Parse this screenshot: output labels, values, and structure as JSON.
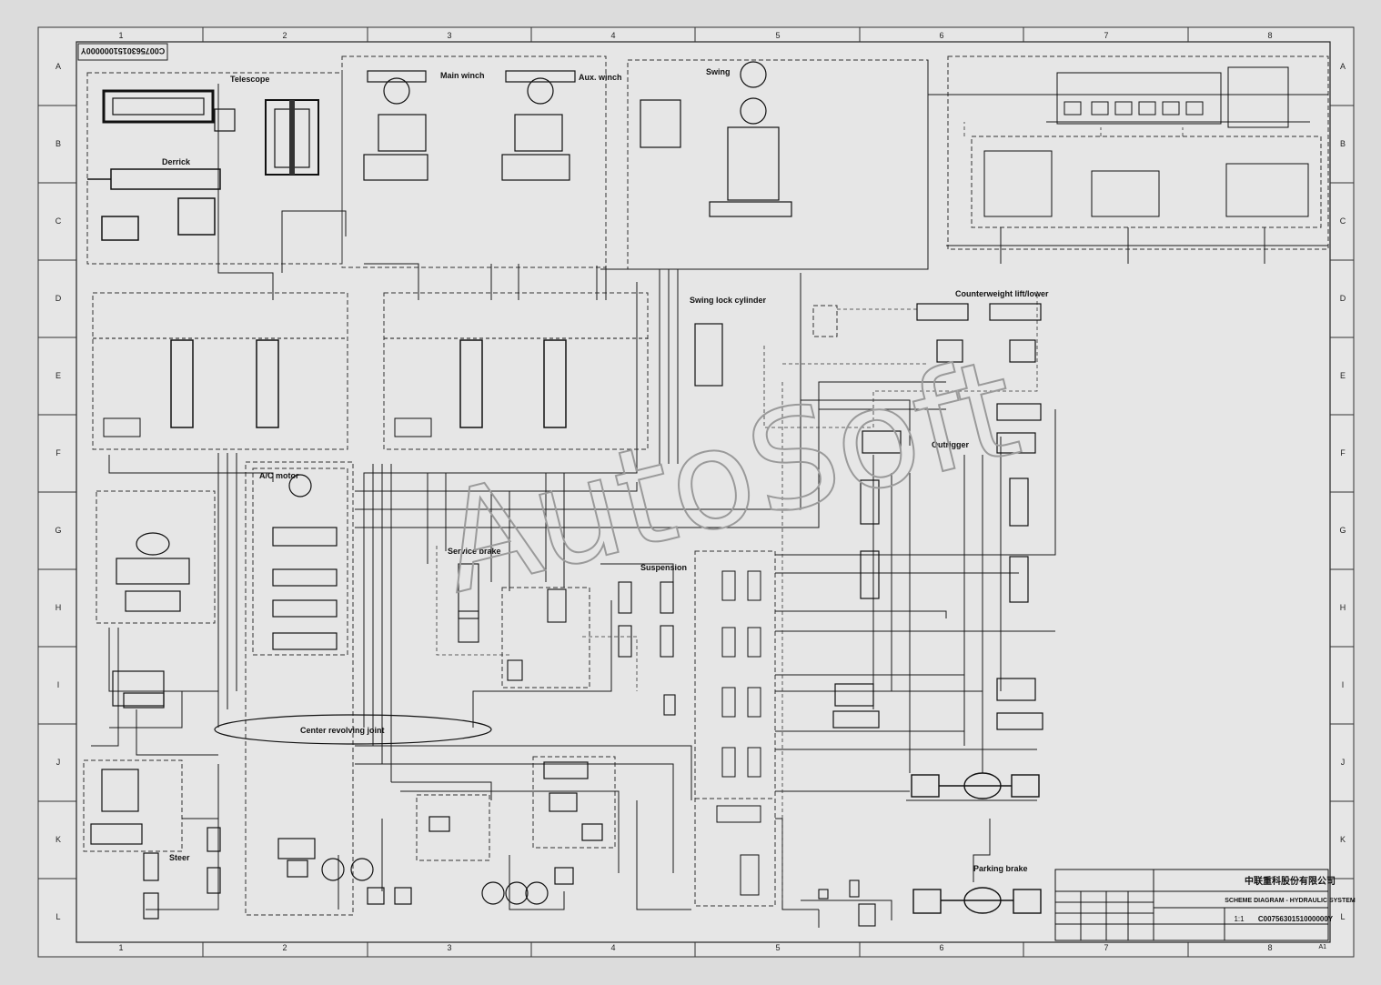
{
  "document_id_rotated": "C0075630151000000Y",
  "columns": [
    "1",
    "2",
    "3",
    "4",
    "5",
    "6",
    "7",
    "8"
  ],
  "rows": [
    "A",
    "B",
    "C",
    "D",
    "E",
    "F",
    "G",
    "H",
    "I",
    "J",
    "K",
    "L"
  ],
  "sheet_size": "A1",
  "watermark": "AutoSoft",
  "labels": {
    "telescope": "Telescope",
    "derrick": "Derrick",
    "main_winch": "Main winch",
    "aux_winch": "Aux. winch",
    "swing": "Swing",
    "swing_lock": "Swing lock cylinder",
    "counterweight": "Counterweight lift/lower",
    "outrigger": "Outrigger",
    "ac_motor": "A/C motor",
    "service_brake": "Service brake",
    "suspension": "Suspension",
    "center_joint": "Center revolving joint",
    "steer": "Steer",
    "parking_brake": "Parking brake"
  },
  "title_block": {
    "company": "中联重科股份有限公司",
    "title": "SCHEME DIAGRAM - HYDRAULIC SYSTEM",
    "drawing_no": "C0075630151000000Y",
    "scale": "1:1"
  }
}
